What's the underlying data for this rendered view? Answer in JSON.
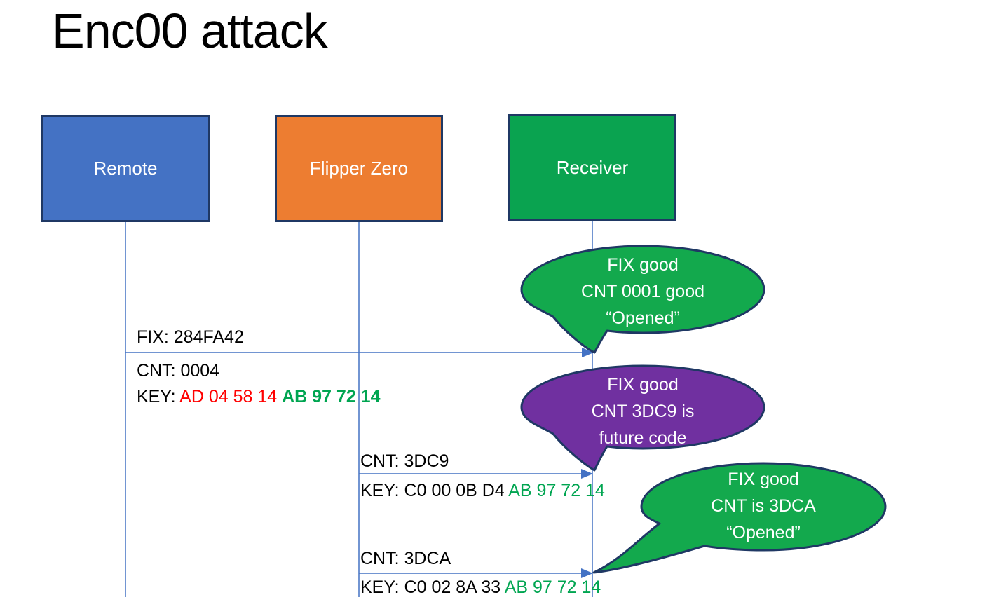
{
  "title": "Enc00 attack",
  "actors": [
    {
      "id": "remote",
      "label": "Remote"
    },
    {
      "id": "flipper",
      "label": "Flipper Zero"
    },
    {
      "id": "receiver",
      "label": "Receiver"
    }
  ],
  "messages": [
    {
      "fix": "FIX: 284FA42",
      "cnt": "CNT: 0004",
      "key_prefix": "KEY: ",
      "key_red": "AD 04 58 14 ",
      "key_green_bold": "AB 97 72 14"
    },
    {
      "cnt": "CNT: 3DC9",
      "key_prefix": "KEY: C0 00 0B D4 ",
      "key_green": "AB 97 72 14"
    },
    {
      "cnt": "CNT: 3DCA",
      "key_prefix": "KEY: C0 02 8A 33 ",
      "key_green": "AB 97 72 14"
    }
  ],
  "callouts": [
    {
      "line1": "FIX good",
      "line2": "CNT 0001 good",
      "line3": "“Opened”"
    },
    {
      "line1": "FIX good",
      "line2": "CNT 3DC9 is",
      "line3": "future code"
    },
    {
      "line1": "FIX good",
      "line2": "CNT is 3DCA",
      "line3": "“Opened”"
    }
  ],
  "colors": {
    "remote_fill": "#4472C4",
    "flipper_fill": "#ED7D31",
    "receiver_fill": "#0AA350",
    "callout_green": "#13A94D",
    "callout_purple": "#7030A0",
    "shape_outline": "#1F3864",
    "connector": "#4472C4",
    "text_black": "#000000",
    "text_red": "#FF0000",
    "text_green": "#00A551",
    "text_white": "#FFFFFF"
  }
}
